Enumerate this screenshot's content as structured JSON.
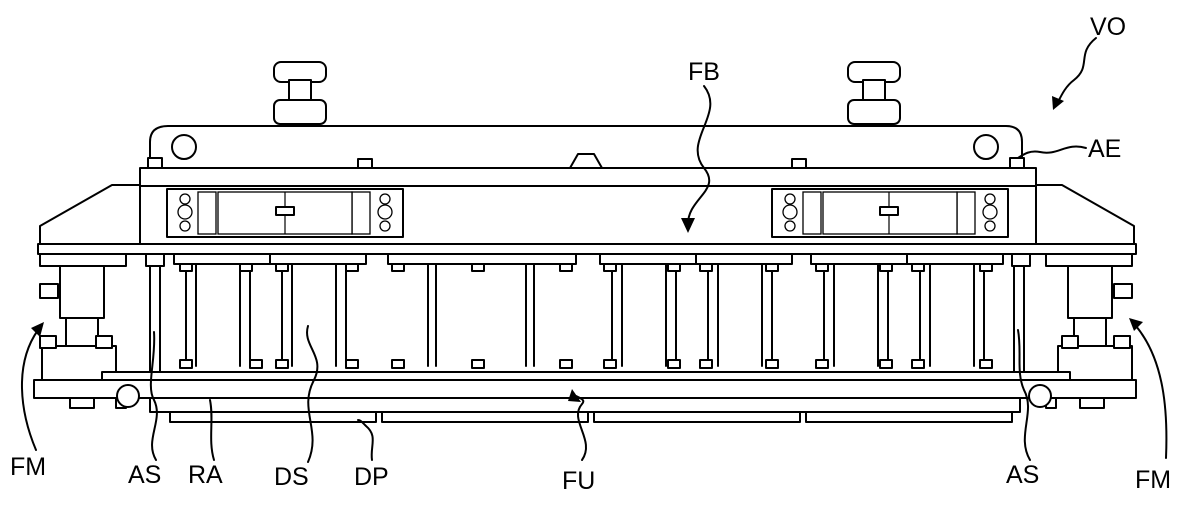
{
  "figure_labels": {
    "vo": "VO",
    "fb": "FB",
    "ae": "AE",
    "fm_left": "FM",
    "fm_right": "FM",
    "as_left": "AS",
    "as_right": "AS",
    "ra": "RA",
    "ds": "DS",
    "dp": "DP",
    "fu": "FU"
  }
}
